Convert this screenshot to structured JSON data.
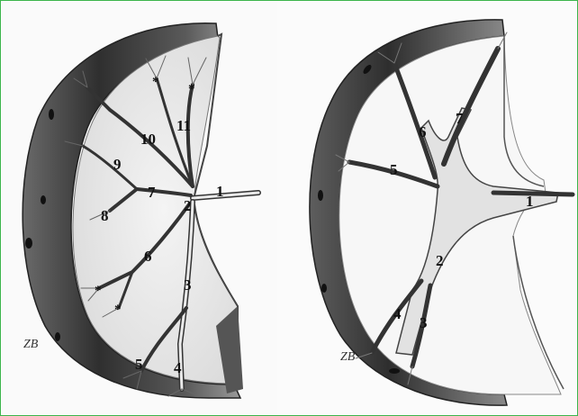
{
  "left_drawing": {
    "labels": {
      "l1": "1",
      "l2": "2",
      "l3": "3",
      "l4": "4",
      "l5": "5",
      "l6": "6",
      "l7": "7",
      "l8": "8",
      "l9": "9",
      "l10": "10",
      "l11": "11"
    },
    "asterisk": "*",
    "signature": "ZB"
  },
  "right_drawing": {
    "labels": {
      "l1": "1",
      "l2": "2",
      "l3": "3",
      "l4": "4",
      "l5": "5",
      "l6": "6",
      "l7": "7"
    },
    "signature": "ZB"
  },
  "colors": {
    "border": "#3cb44b",
    "capsule_dark": "#3a3a3a",
    "vessel_fill": "#e6e6e6",
    "ink": "#111111"
  }
}
